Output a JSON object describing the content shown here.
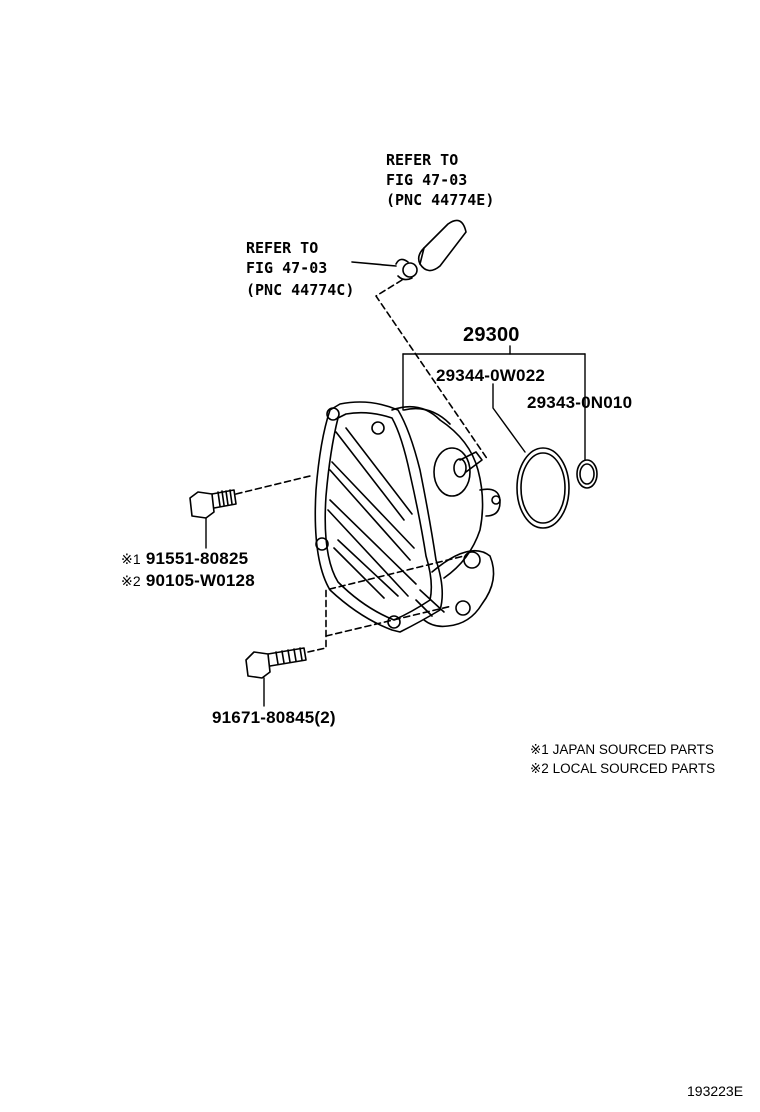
{
  "diagram": {
    "refer_upper": {
      "line1": "REFER TO",
      "line2": "FIG 47-03",
      "line3": "(PNC 44774E)"
    },
    "refer_lower": {
      "line1": "REFER TO",
      "line2": "FIG 47-03",
      "line3": "(PNC 44774C)"
    },
    "assembly_part": "29300",
    "oring_large_part": "29344-0W022",
    "oring_small_part": "29343-0N010",
    "bolt_upper": {
      "line1_mark": "※1",
      "line1_part": "91551-80825",
      "line2_mark": "※2",
      "line2_part": "90105-W0128"
    },
    "bolt_lower_part": "91671-80845(2)",
    "notes": [
      "※1 JAPAN SOURCED PARTS",
      "※2 LOCAL SOURCED PARTS"
    ],
    "figure_ref": "193223E"
  }
}
